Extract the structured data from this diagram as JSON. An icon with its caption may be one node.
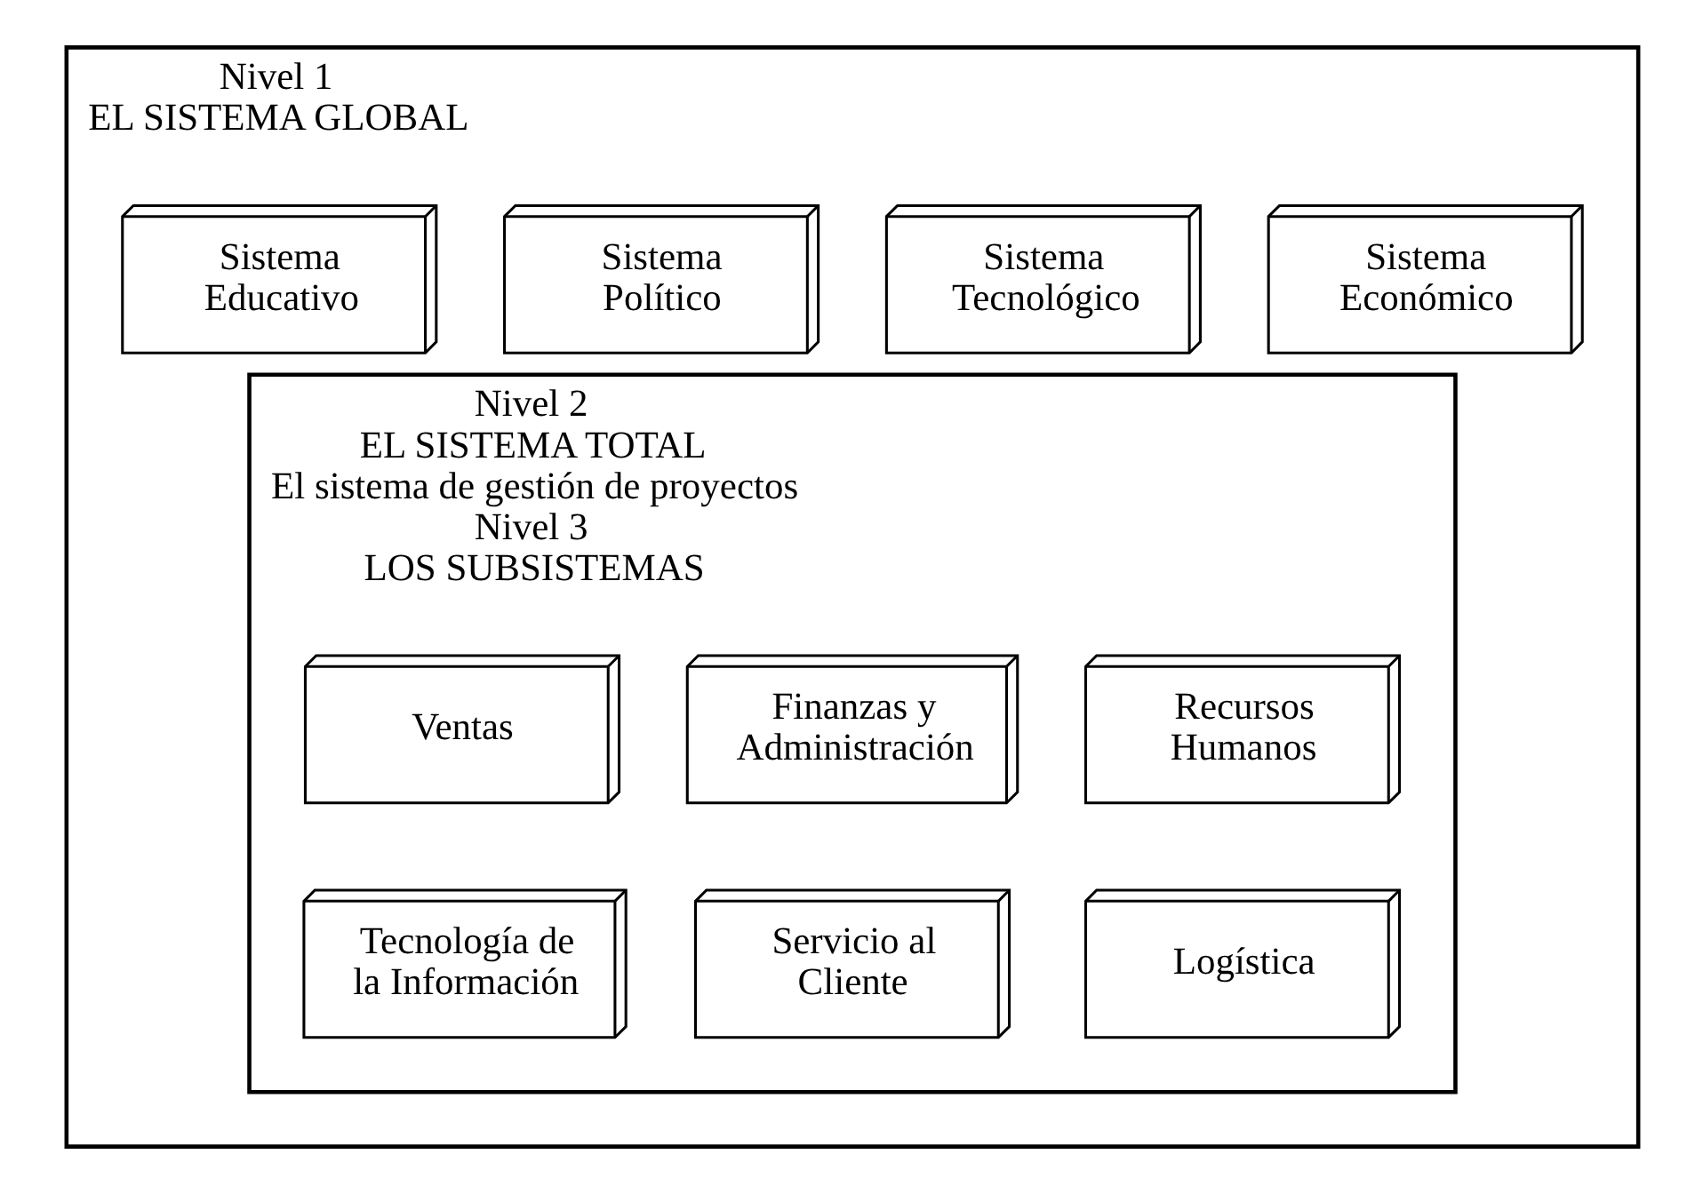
{
  "diagram": {
    "nodes": [
      {
        "text": [
          "Nivel 1",
          "EL SISTEMA GLOBAL"
        ]
      },
      {
        "text": [
          "Sistema Económico"
        ],
        "in": 0
      },
      {
        "text": [
          "Sistema Tecnológico"
        ],
        "in": 0
      },
      {
        "text": [
          "Sistema Político"
        ],
        "in": 0
      },
      {
        "text": [
          "Sistema Educativo"
        ],
        "in": 0
      },
      {
        "text": [
          "Nivel 2",
          "EL SISTEMA TOTAL",
          "El sistema de gestión de proyectos",
          "Nivel 3",
          "LOS SUBSISTEMAS"
        ],
        "in": 0
      },
      {
        "text": [
          "Recursos Humanos"
        ],
        "in": 5
      },
      {
        "text": [
          "Finanzas y Administración"
        ],
        "in": 5
      },
      {
        "text": [
          "Ventas"
        ],
        "in": 5
      },
      {
        "text": [
          "Logística"
        ],
        "in": 5
      },
      {
        "text": [
          "Servicio al Cliente"
        ],
        "in": 5
      },
      {
        "text": [
          "Tecnología de la Información"
        ],
        "in": 5
      }
    ]
  }
}
